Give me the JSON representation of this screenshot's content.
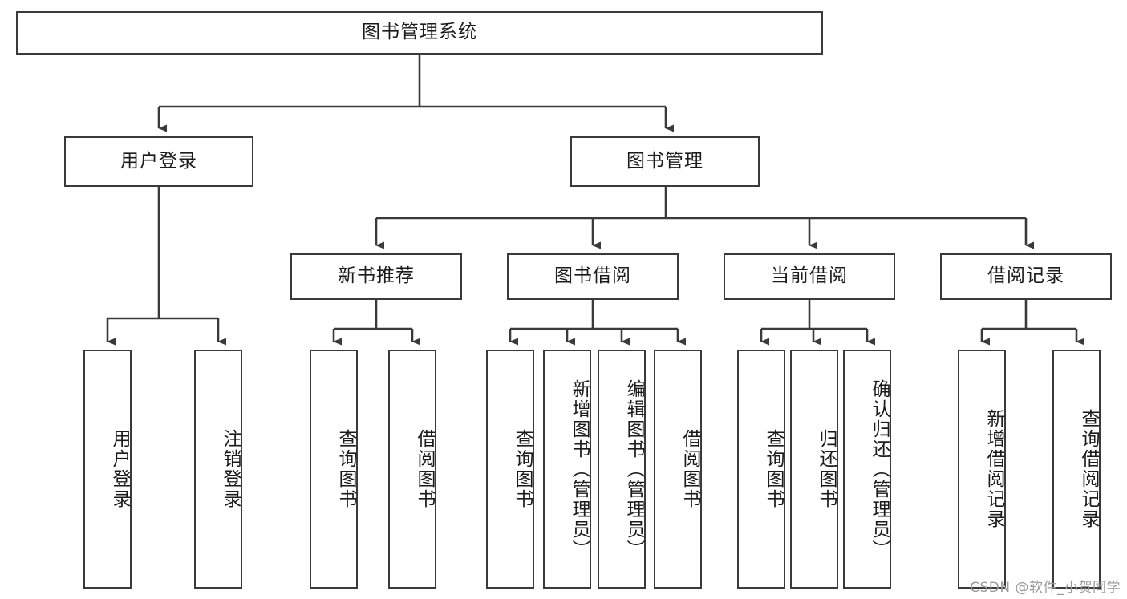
{
  "diagram": {
    "title": "图书管理系统",
    "type": "tree-hierarchy-chart",
    "watermark": "CSDN @软件_小贺同学",
    "colors": {
      "box_border": "#3a3a3a",
      "box_fill": "#ffffff",
      "edge": "#3a3a3a",
      "text": "#1b1b1b",
      "watermark": "#9a9a9a",
      "background": "#ffffff"
    },
    "nodes": {
      "root": {
        "label": "图书管理系统"
      },
      "level1": [
        {
          "id": "user-login",
          "label": "用户登录"
        },
        {
          "id": "book-management",
          "label": "图书管理"
        }
      ],
      "level2": [
        {
          "id": "new-book-recommend",
          "label": "新书推荐"
        },
        {
          "id": "book-borrow",
          "label": "图书借阅"
        },
        {
          "id": "current-borrow",
          "label": "当前借阅"
        },
        {
          "id": "borrow-record",
          "label": "借阅记录"
        }
      ],
      "leaves": {
        "user_login": [
          {
            "id": "leaf-user-login",
            "label": "用户登录"
          },
          {
            "id": "leaf-logout-login",
            "label": "注销登录"
          }
        ],
        "new_book_recommend": [
          {
            "id": "leaf-query-book-1",
            "label": "查询图书"
          },
          {
            "id": "leaf-borrow-book-1",
            "label": "借阅图书"
          }
        ],
        "book_borrow": [
          {
            "id": "leaf-query-book-2",
            "label": "查询图书"
          },
          {
            "id": "leaf-add-book",
            "label": "新增图书（管理员）"
          },
          {
            "id": "leaf-edit-book",
            "label": "编辑图书（管理员）"
          },
          {
            "id": "leaf-borrow-book-2",
            "label": "借阅图书"
          }
        ],
        "current_borrow": [
          {
            "id": "leaf-query-book-3",
            "label": "查询图书"
          },
          {
            "id": "leaf-return-book",
            "label": "归还图书"
          },
          {
            "id": "leaf-confirm-return",
            "label": "确认归还（管理员）"
          }
        ],
        "borrow_record": [
          {
            "id": "leaf-add-borrow-record",
            "label": "新增借阅记录"
          },
          {
            "id": "leaf-query-borrow-record",
            "label": "查询借阅记录"
          }
        ]
      }
    }
  }
}
